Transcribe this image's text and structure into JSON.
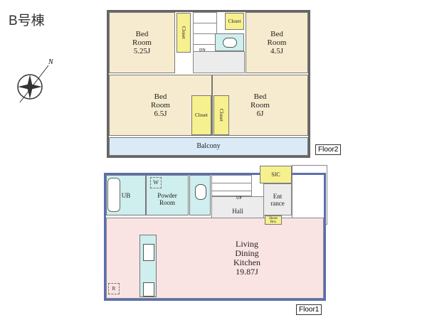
{
  "title": "B号棟",
  "compass": {
    "north_label": "N"
  },
  "floor2": {
    "label": "Floor2",
    "rooms": [
      {
        "name": "Bed\nRoom\n5.25J"
      },
      {
        "name": "Bed\nRoom\n4.5J"
      },
      {
        "name": "Bed\nRoom\n6.5J"
      },
      {
        "name": "Bed\nRoom\n6J"
      }
    ],
    "closets": [
      "Closet",
      "Closet",
      "Closet",
      "Closet"
    ],
    "stairs": "DN",
    "balcony": "Balcony"
  },
  "floor1": {
    "label": "Floor1",
    "ub": "UB",
    "washer": "W",
    "powder_room": "Powder\nRoom",
    "stairs": "UP",
    "hall": "Hall",
    "sic": "SIC",
    "entrance": "Ent\nrance",
    "shoes_box": "Shoes\nBox",
    "ldk": "Living\nDining\nKitchen\n19.87J",
    "fridge": "R"
  }
}
